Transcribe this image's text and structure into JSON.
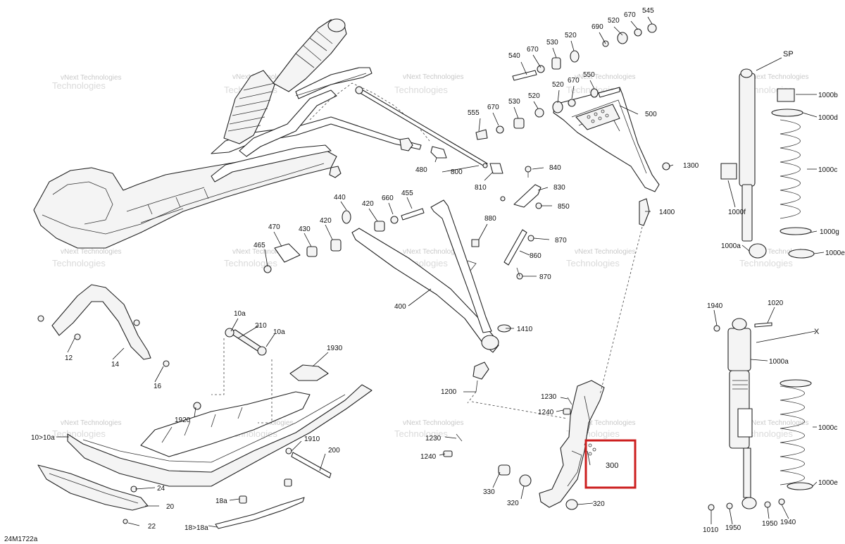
{
  "diagram_id": "24M1722a",
  "watermark": [
    "vNext Technologies",
    "Technologies"
  ],
  "highlight_color": "#cc1f1f",
  "highlighted_part": "300",
  "callouts": {
    "c540": "540",
    "c670a": "670",
    "c530a": "530",
    "c520a": "520",
    "c690": "690",
    "c520b": "520",
    "c670b": "670",
    "c545": "545",
    "c550": "550",
    "c555": "555",
    "c670c": "670",
    "c530b": "530",
    "c520c": "520",
    "c520d": "520",
    "c670d": "670",
    "c500": "500",
    "c480": "480",
    "c800": "800",
    "c810": "810",
    "c840": "840",
    "c830": "830",
    "c850": "850",
    "c1300": "1300",
    "c1400": "1400",
    "c440": "440",
    "c420a": "420",
    "c660": "660",
    "c455": "455",
    "c470": "470",
    "c430": "430",
    "c420b": "420",
    "c465": "465",
    "c880": "880",
    "c870a": "870",
    "c860": "860",
    "c870b": "870",
    "c400": "400",
    "c1410": "1410",
    "c12": "12",
    "c14": "14",
    "c16": "16",
    "c10a1": "10a",
    "c210": "210",
    "c10a2": "10a",
    "c1930": "1930",
    "c1200": "1200",
    "c1230a": "1230",
    "c1240a": "1240",
    "c1920": "1920",
    "c10to10a": "10>10a",
    "c1910": "1910",
    "c200": "200",
    "c1230b": "1230",
    "c1240b": "1240",
    "c300": "300",
    "c330": "330",
    "c320a": "320",
    "c320b": "320",
    "c24": "24",
    "c20": "20",
    "c22": "22",
    "c18a": "18a",
    "c18to18a": "18>18a",
    "cSP": "SP",
    "c1000b": "1000b",
    "c1000d": "1000d",
    "c1000c1": "1000c",
    "c1000f": "1000f",
    "c1000g": "1000g",
    "c1000a1": "1000a",
    "c1000e1": "1000e",
    "c1940a": "1940",
    "c1020": "1020",
    "cX": "X",
    "c1000a2": "1000a",
    "c1000c2": "1000c",
    "c1000e2": "1000e",
    "c1010": "1010",
    "c1950a": "1950",
    "c1950b": "1950",
    "c1940b": "1940"
  }
}
